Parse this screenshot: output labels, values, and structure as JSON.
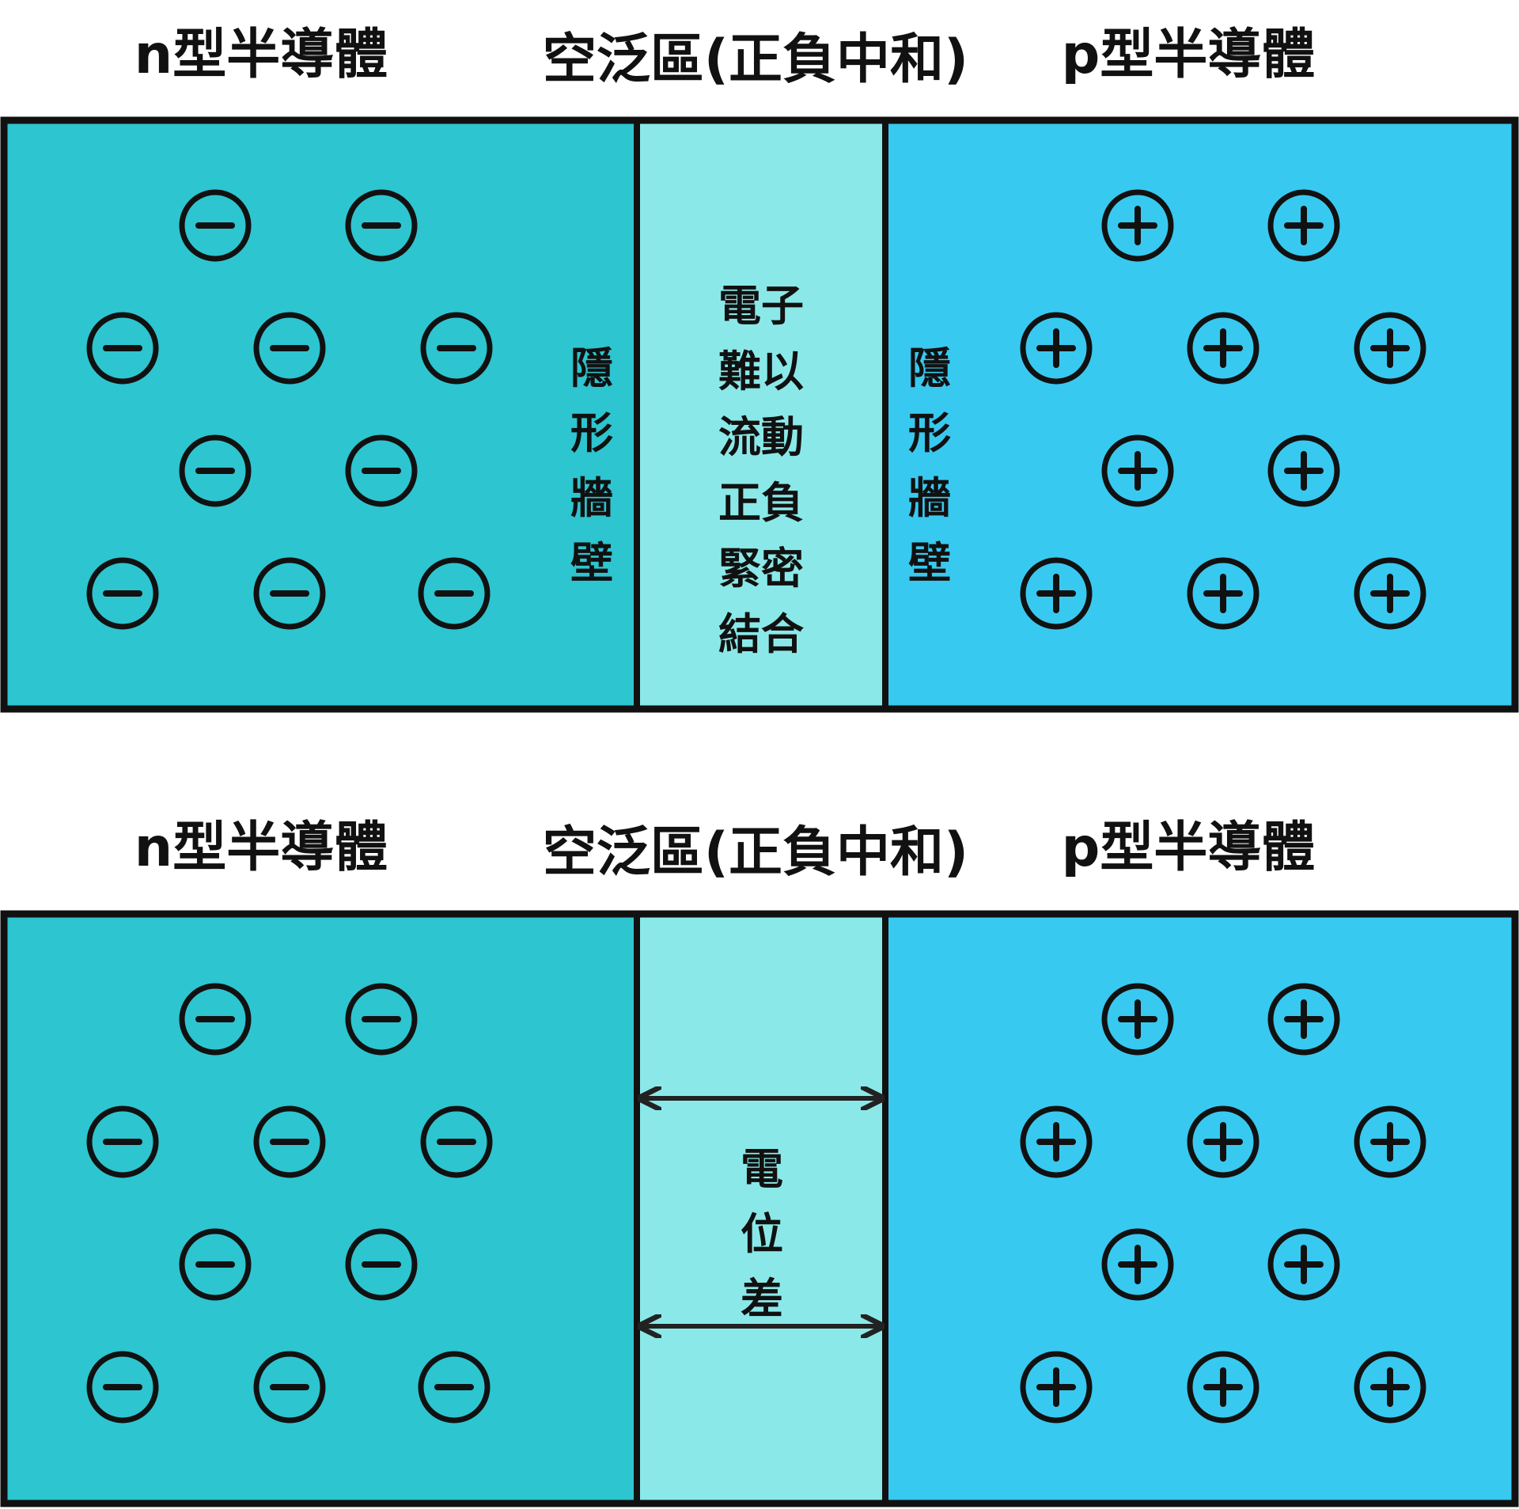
{
  "colors": {
    "n_region": "#2DC5D0",
    "depletion_region": "#8AE9E8",
    "p_region": "#38C9F0",
    "border": "#111111",
    "arrow": "#222222"
  },
  "panels": [
    {
      "headers": {
        "n_label": "n型半導體",
        "depletion_label": "空泛區(正負中和)",
        "p_label": "p型半導體"
      },
      "left_wall": [
        "隱",
        "形",
        "牆",
        "壁"
      ],
      "right_wall": [
        "隱",
        "形",
        "牆",
        "壁"
      ],
      "depletion_lines": [
        "電子",
        "難以",
        "流動",
        "正負",
        "緊密",
        "結合"
      ],
      "n_ions": {
        "sign": "negative",
        "count": 10,
        "icon": "minus-circle-icon"
      },
      "p_ions": {
        "sign": "positive",
        "count": 10,
        "icon": "plus-circle-icon"
      }
    },
    {
      "headers": {
        "n_label": "n型半導體",
        "depletion_label": "空泛區(正負中和)",
        "p_label": "p型半導體"
      },
      "potential_label": [
        "電",
        "位",
        "差"
      ],
      "arrows": {
        "icon": "double-arrow-icon",
        "count": 2
      },
      "n_ions": {
        "sign": "negative",
        "count": 10,
        "icon": "minus-circle-icon"
      },
      "p_ions": {
        "sign": "positive",
        "count": 10,
        "icon": "plus-circle-icon"
      }
    }
  ]
}
